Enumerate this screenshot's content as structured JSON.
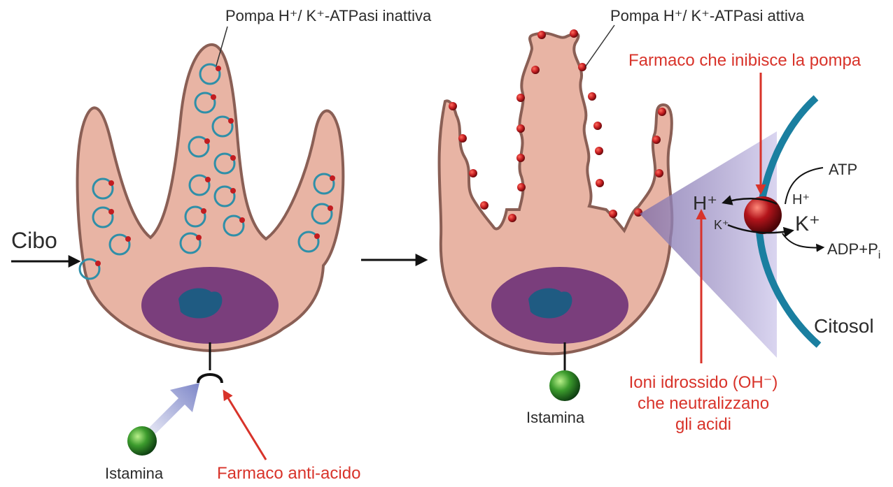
{
  "labels": {
    "pump_inactive": "Pompa H⁺/ K⁺-ATPasi inattiva",
    "pump_active": "Pompa H⁺/ K⁺-ATPasi attiva",
    "food": "Cibo",
    "drug_pump": "Farmaco che inibisce la pompa",
    "atp": "ATP",
    "h_plus_small": "H⁺",
    "k_plus_large": "K⁺",
    "adp": "ADP+P",
    "adp_sub": "i",
    "h_plus_large": "H⁺",
    "k_plus_small": "K⁺",
    "cytosol": "Citosol",
    "histamine_left": "Istamina",
    "histamine_right": "Istamina",
    "antacid": "Farmaco anti-acido",
    "hydroxide_line1": "Ioni idrossido (OH⁻)",
    "hydroxide_line2": "che neutralizzano",
    "hydroxide_line3": "gli acidi"
  },
  "colors": {
    "cell_fill": "#e8b4a4",
    "cell_edge": "#8a5f55",
    "nucleus": "#7a3e7c",
    "nucleolus": "#1f5b82",
    "ring": "#2f8fa8",
    "pump_dot": "#c21c20",
    "membrane": "#1a7fa0",
    "arrow_red": "#d8332a",
    "histamine": "#3c9b2d",
    "cone": "#b9b2dc"
  }
}
